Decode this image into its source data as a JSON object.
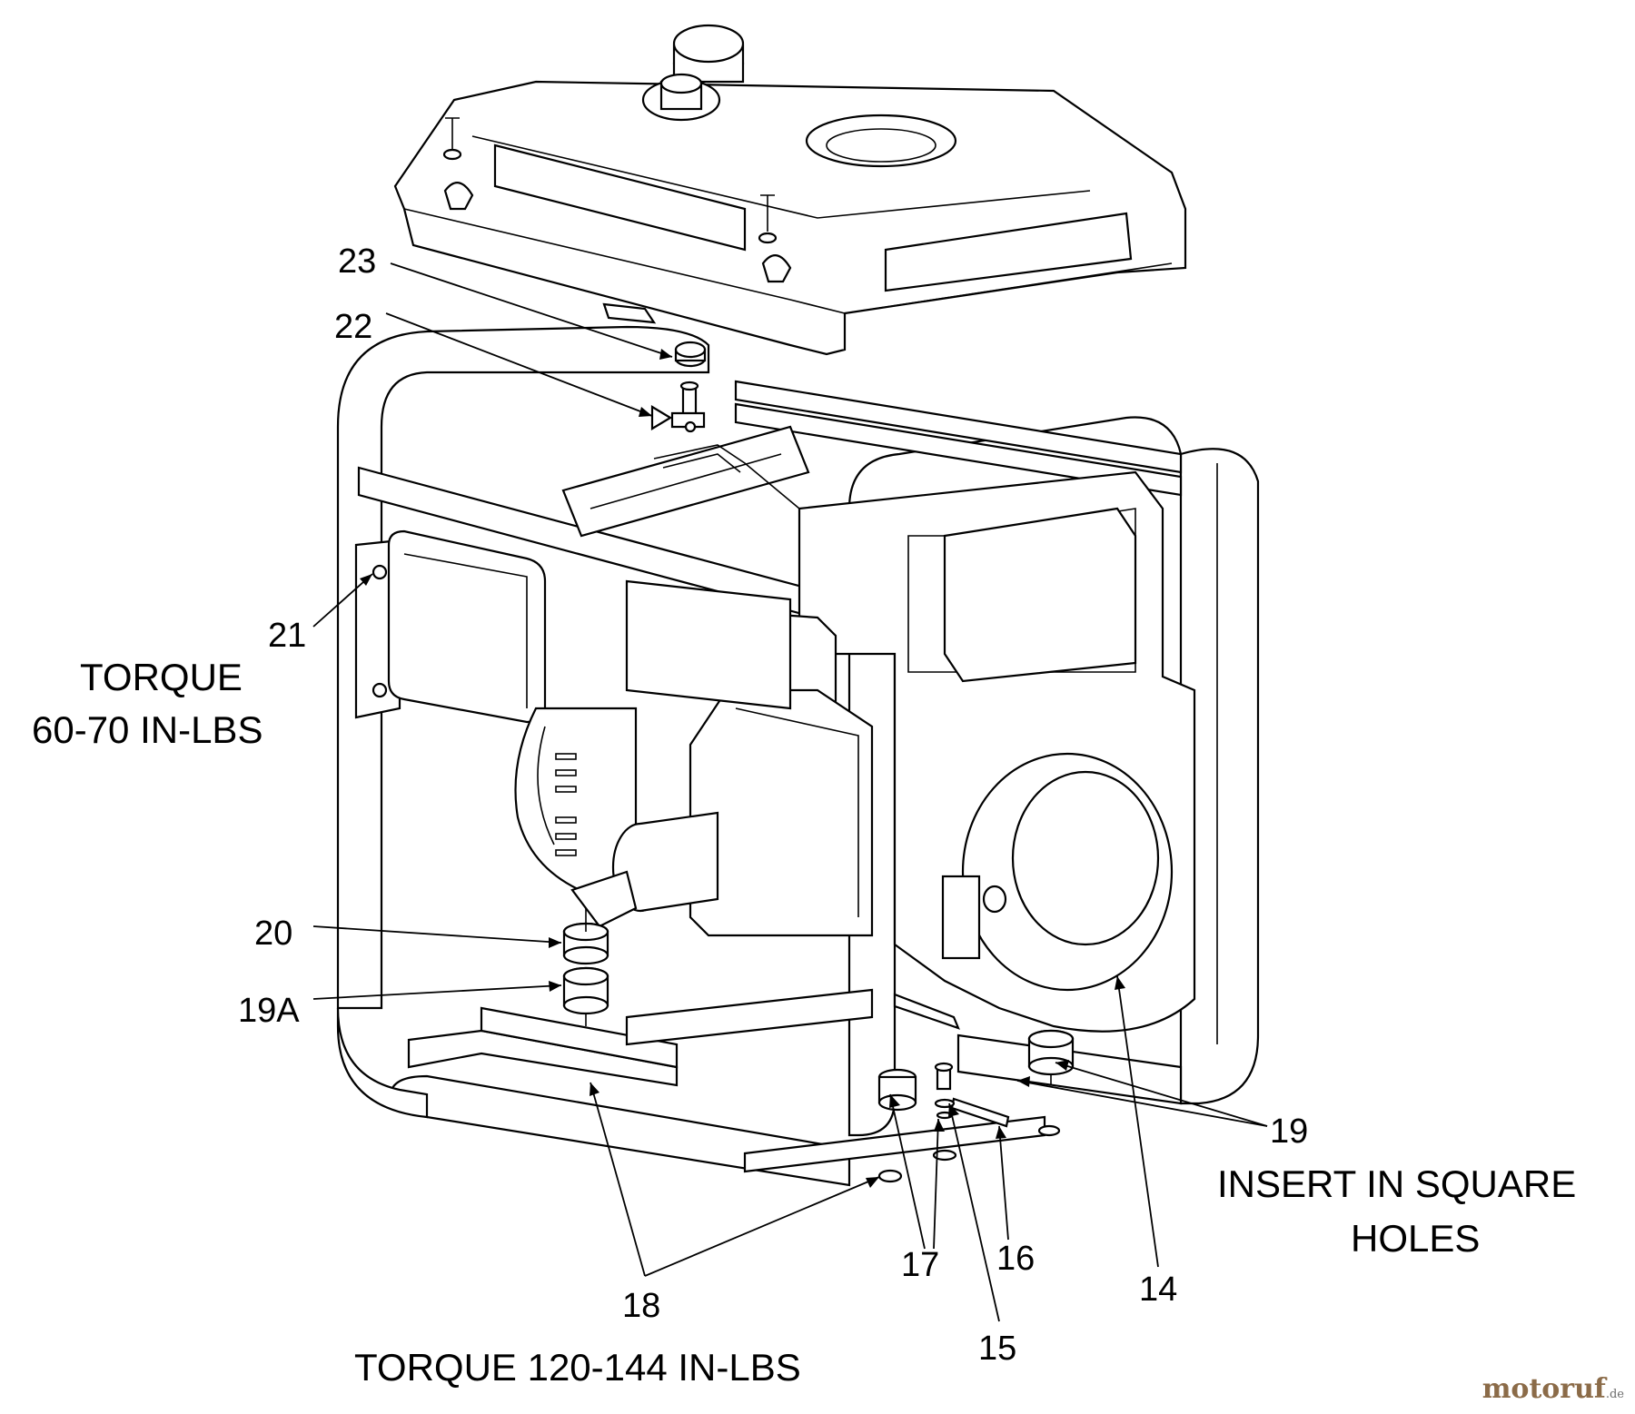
{
  "callouts": {
    "p23": "23",
    "p22": "22",
    "p21": "21",
    "p20": "20",
    "p19a": "19A",
    "p19": "19",
    "p18": "18",
    "p17": "17",
    "p16": "16",
    "p15": "15",
    "p14": "14"
  },
  "notes": {
    "torque_small_line1": "TORQUE",
    "torque_small_line2": "60-70 IN-LBS",
    "insert_line1": "INSERT IN SQUARE",
    "insert_line2": "HOLES",
    "torque_large": "TORQUE 120-144 IN-LBS"
  },
  "watermark": {
    "brand": "motoruf",
    "suffix": ".de"
  },
  "colors": {
    "line": "#000000",
    "background": "#ffffff",
    "watermark": "#8b6b48"
  }
}
